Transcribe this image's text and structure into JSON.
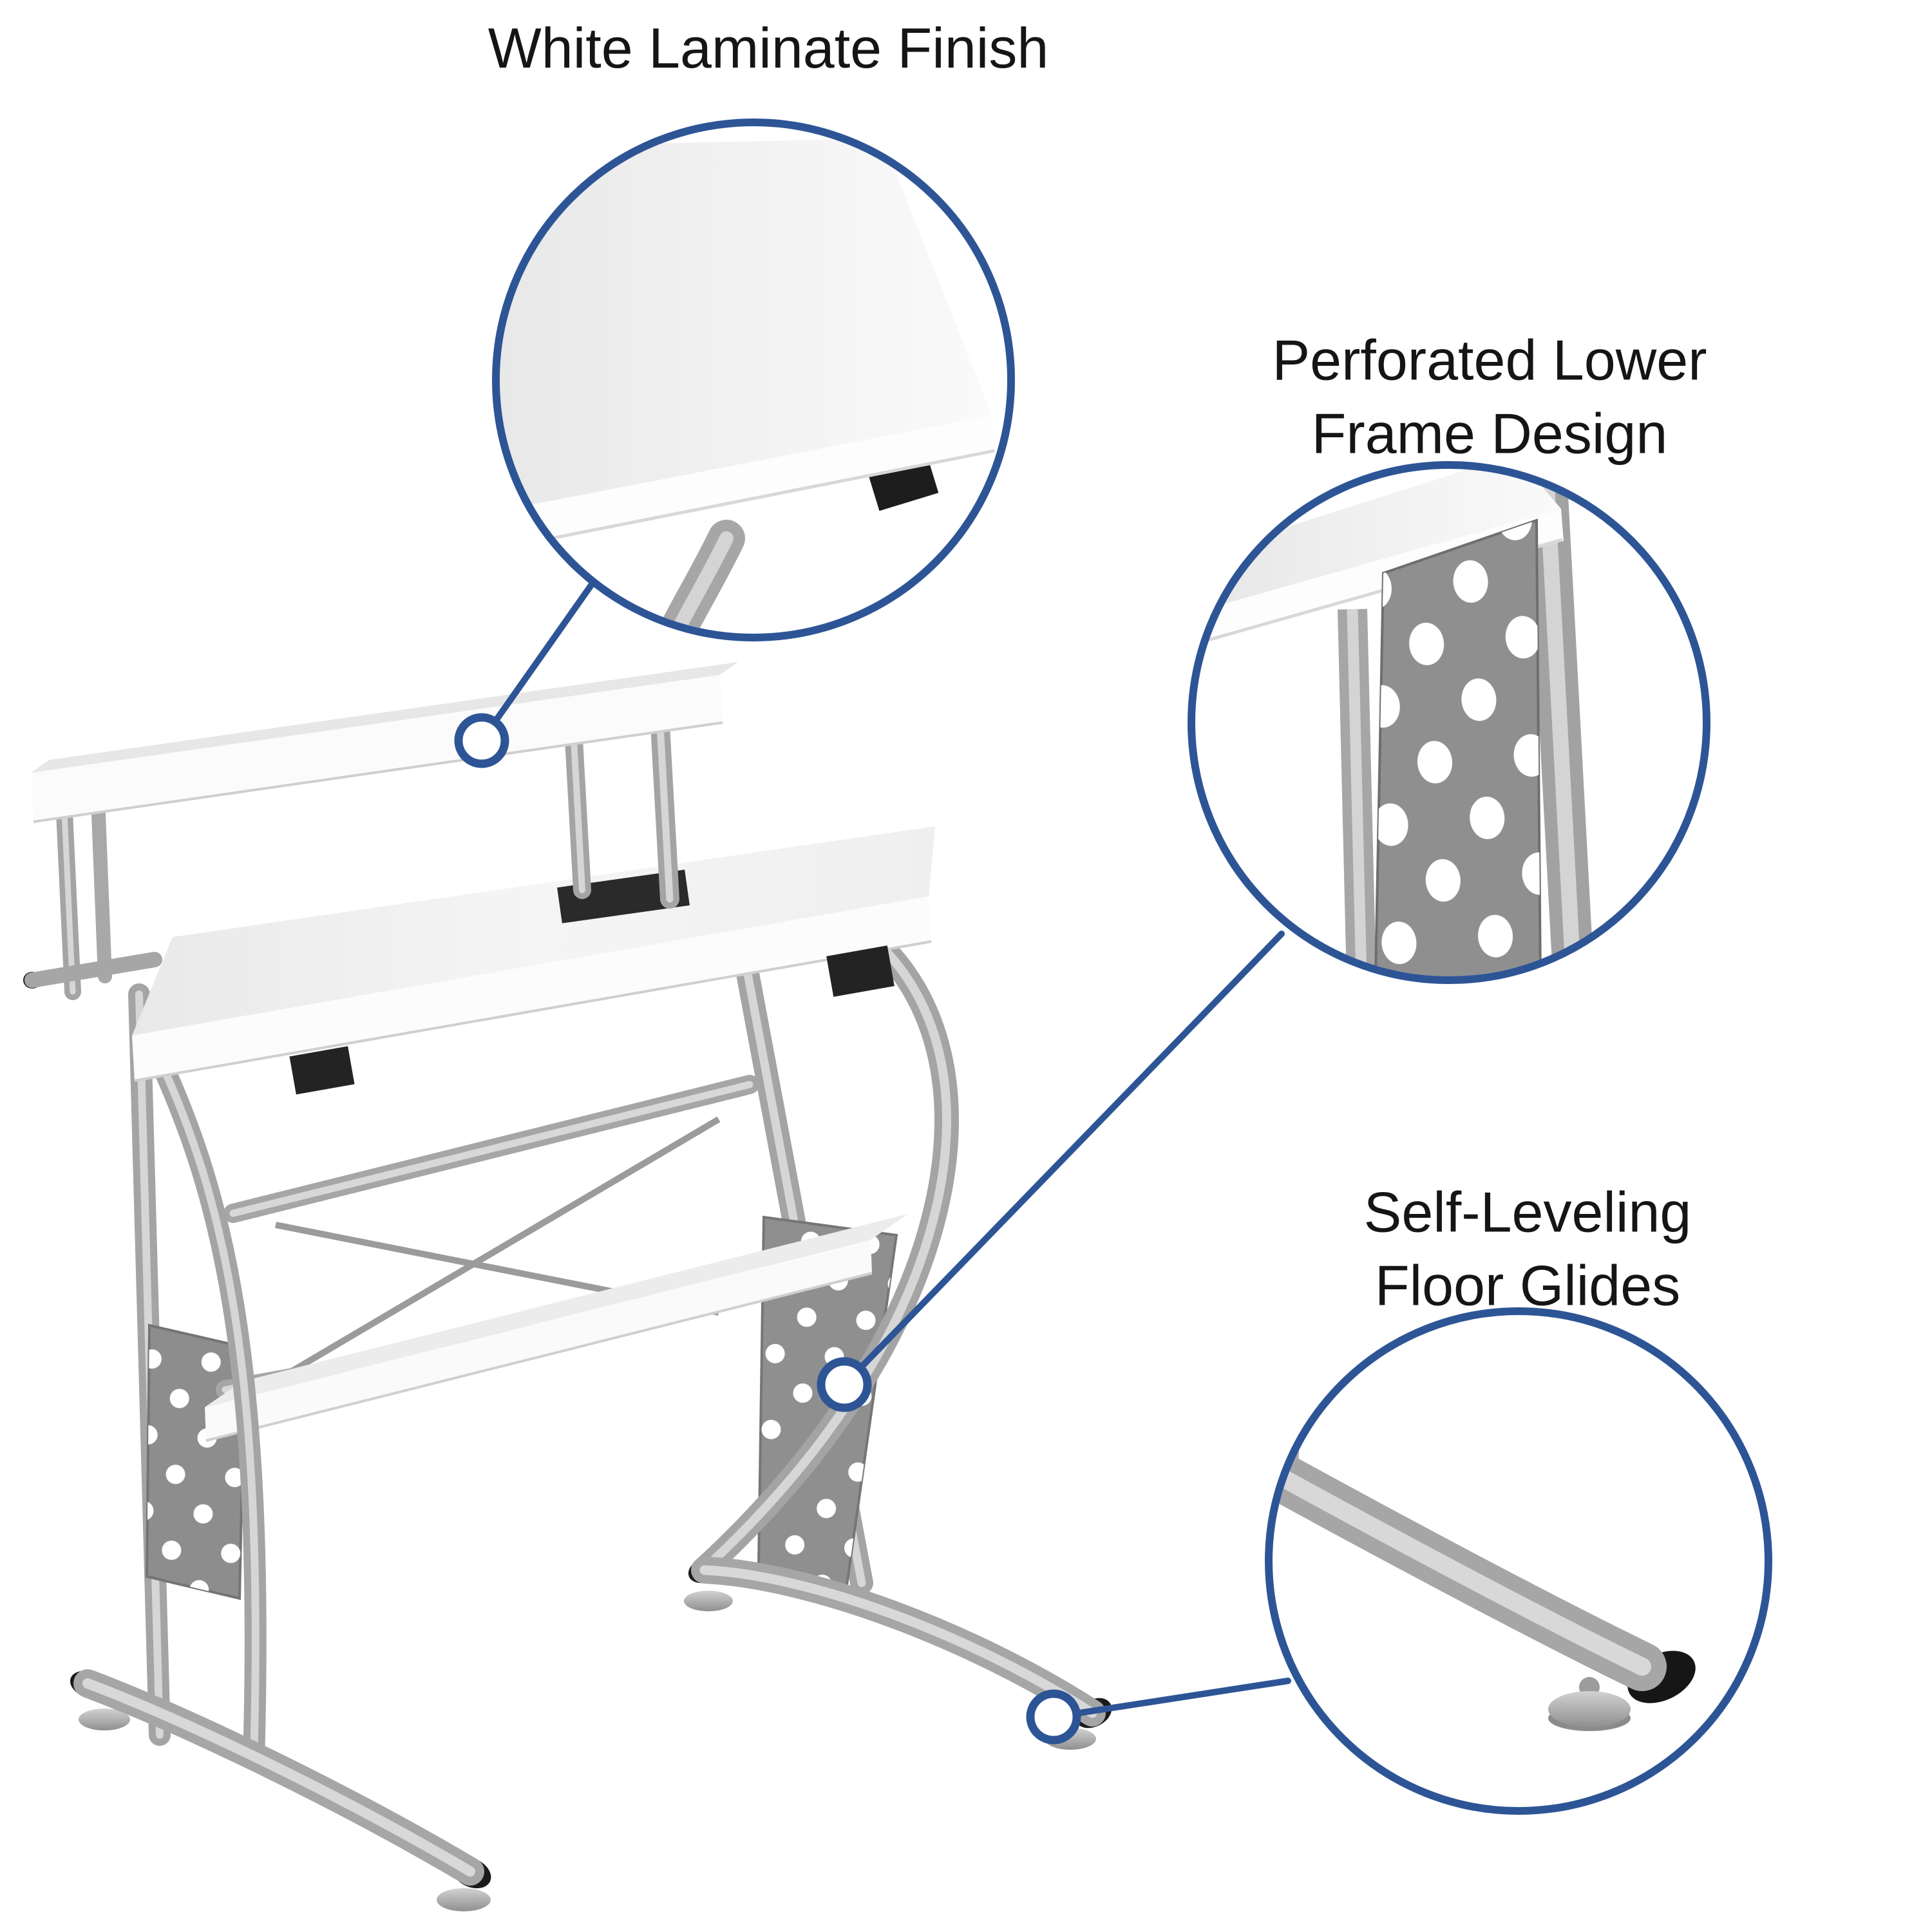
{
  "illustration": {
    "subject": "white computer desk with raised monitor shelf, silver metal frame",
    "callouts": [
      {
        "id": "white-laminate",
        "lines": [
          "White Laminate Finish"
        ]
      },
      {
        "id": "perforated-frame",
        "lines": [
          "Perforated Lower",
          "Frame Design"
        ]
      },
      {
        "id": "floor-glides",
        "lines": [
          "Self-Leveling",
          "Floor Glides"
        ]
      }
    ],
    "colors": {
      "callout_blue": "#2d5596",
      "label_text": "#151515",
      "laminate_white": "#f7f7f7",
      "frame_silver": "#a6a6a6",
      "panel_gray": "#8e8e8e",
      "accent_black": "#1c1c1c"
    }
  }
}
